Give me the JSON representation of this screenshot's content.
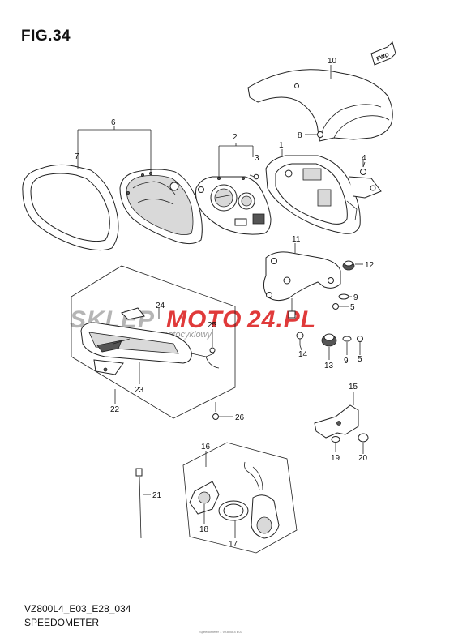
{
  "figure": {
    "title": "FIG.34",
    "model_code": "VZ800L4_E03_E28_034",
    "name": "SPEEDOMETER",
    "footer_ref": "Speedometer 1 VZ800L4 E03"
  },
  "watermark": {
    "brand_part1": "SKLEP",
    "brand_part2": "MOTO",
    "brand_part3": "24.PL",
    "subtitle": "internetowy sklep motocyklowy",
    "colors": {
      "gray": "#b5b5b5",
      "red": "#e03a3a"
    }
  },
  "fwd_badge": "FWD",
  "part_numbers": [
    "1",
    "2",
    "3",
    "4",
    "5",
    "5",
    "6",
    "7",
    "8",
    "9",
    "9",
    "10",
    "11",
    "12",
    "13",
    "14",
    "15",
    "16",
    "17",
    "18",
    "19",
    "20",
    "21",
    "22",
    "23",
    "24",
    "25",
    "26"
  ]
}
